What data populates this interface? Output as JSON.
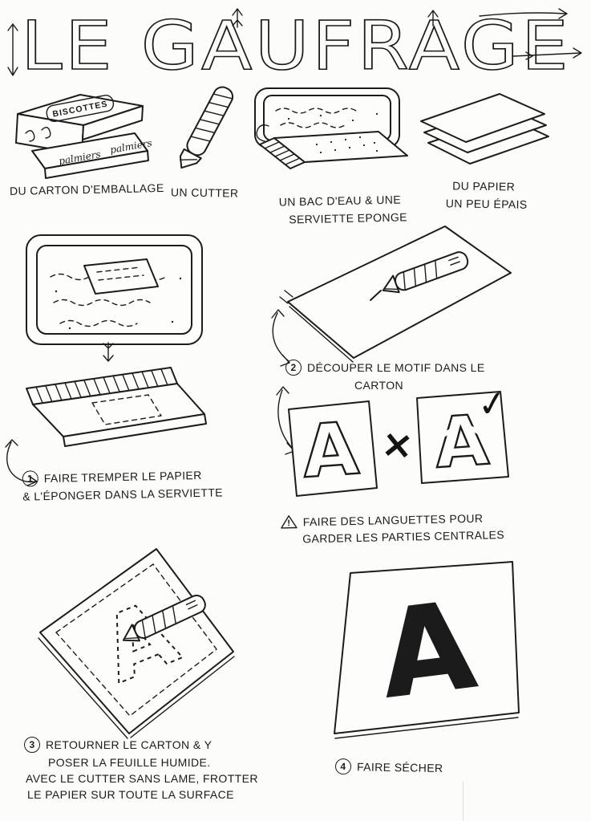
{
  "page": {
    "background": "#fcfcfa",
    "ink": "#1b1b1b"
  },
  "title": "LE GAUFRAGE",
  "materials": {
    "carton": {
      "caption": "DU CARTON D'EMBALLAGE",
      "box_top_label": "BISCOTTES",
      "box_side_label": "palmiers"
    },
    "cutter": {
      "caption": "UN CUTTER"
    },
    "bac": {
      "caption_line1": "UN BAC D'EAU & UNE",
      "caption_line2": "SERVIETTE EPONGE"
    },
    "papier": {
      "caption_line1": "DU PAPIER",
      "caption_line2": "UN PEU ÉPAIS"
    }
  },
  "steps": {
    "step1": {
      "num": "1",
      "line1": "FAIRE TREMPER LE PAPIER",
      "line2": "& L'ÉPONGER DANS LA SERVIETTE"
    },
    "step2": {
      "num": "2",
      "line1": "DÉCOUPER LE MOTIF DANS LE",
      "line2": "CARTON"
    },
    "step3": {
      "num": "3",
      "line1": "RETOURNER LE CARTON & Y",
      "line2": "POSER LA FEUILLE HUMIDE.",
      "line3": "AVEC LE CUTTER SANS LAME, FROTTER",
      "line4": "LE PAPIER SUR TOUTE LA SURFACE"
    },
    "step4": {
      "num": "4",
      "line1": "FAIRE SÉCHER"
    }
  },
  "warning": {
    "mark": "!",
    "line1": "FAIRE DES LANGUETTES POUR",
    "line2": "GARDER LES PARTIES CENTRALES"
  },
  "motif": {
    "letter": "A",
    "wrong_mark": "×",
    "right_mark": "✓"
  }
}
